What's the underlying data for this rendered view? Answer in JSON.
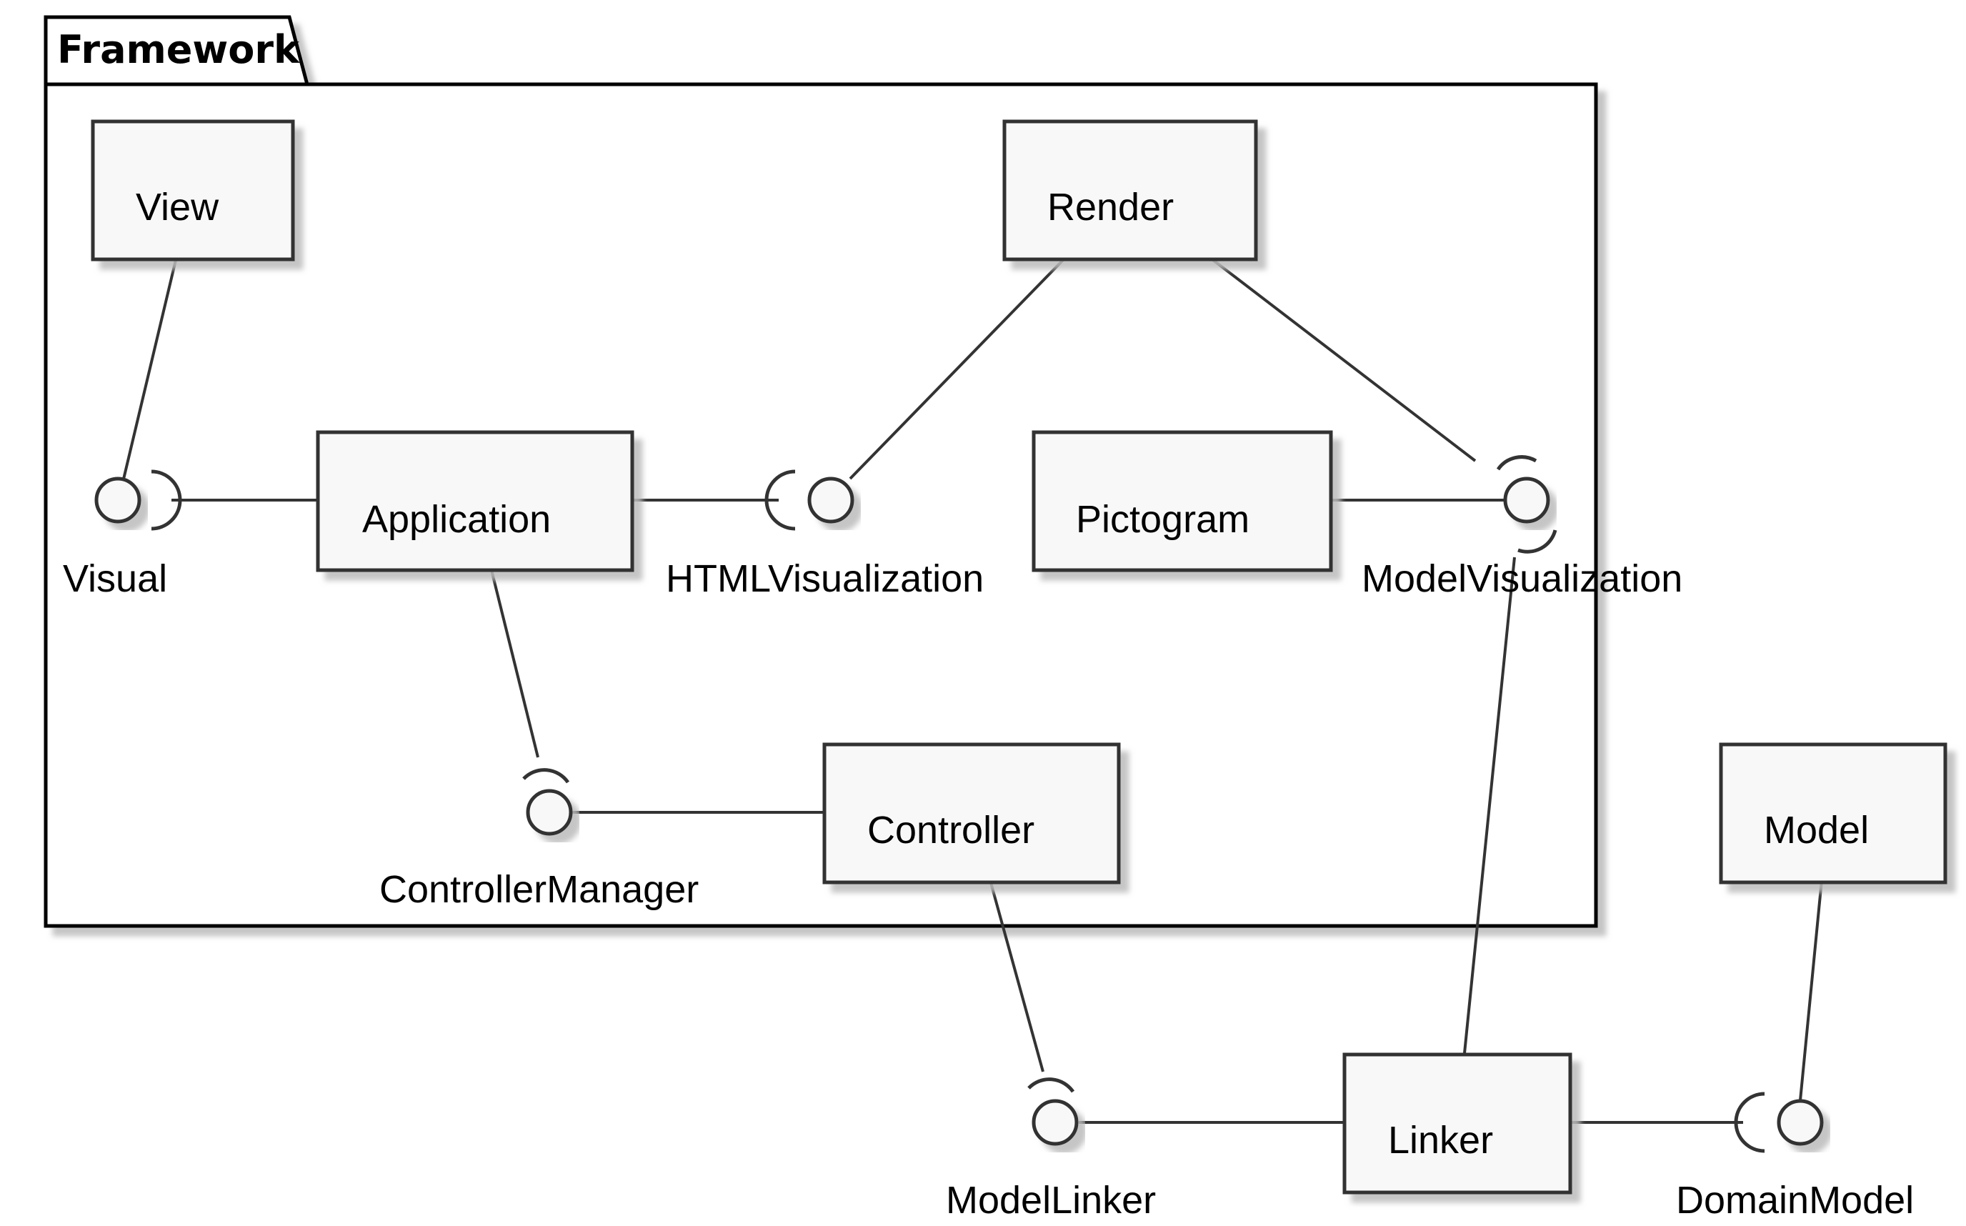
{
  "colors": {
    "component_fill": "#f8f8f8",
    "stroke": "#333333",
    "shadow": "#c8c8c8",
    "package_fill": "#ffffff",
    "text": "#000000"
  },
  "package": {
    "name": "Framework"
  },
  "components": {
    "view": "View",
    "render": "Render",
    "application": "Application",
    "pictogram": "Pictogram",
    "controller": "Controller",
    "model": "Model",
    "linker": "Linker"
  },
  "interfaces": {
    "visual": "Visual",
    "html_visualization": "HTMLVisualization",
    "model_visualization": "ModelVisualization",
    "controller_manager": "ControllerManager",
    "model_linker": "ModelLinker",
    "domain_model": "DomainModel"
  },
  "icons": {
    "component": "uml-component-icon"
  }
}
